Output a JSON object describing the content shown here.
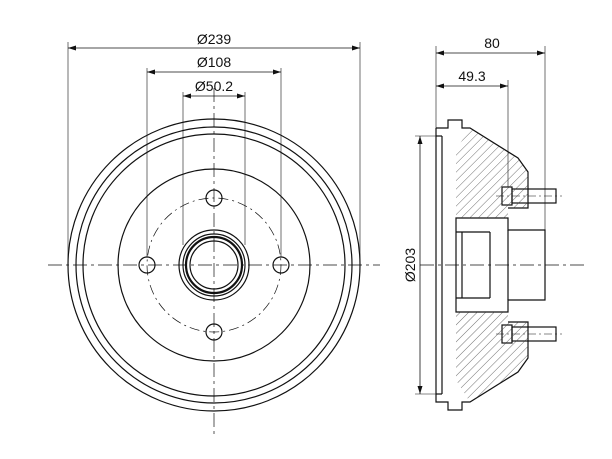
{
  "drawing": {
    "front_view": {
      "dim_outer": "Ø239",
      "dim_bolt_circle": "Ø108",
      "dim_center_bore": "Ø50.2"
    },
    "side_view": {
      "dim_total_depth": "80",
      "dim_hub_depth": "49.3",
      "dim_drum_diameter": "Ø203"
    }
  },
  "colors": {
    "line": "#111111",
    "hatch": "#222222"
  }
}
